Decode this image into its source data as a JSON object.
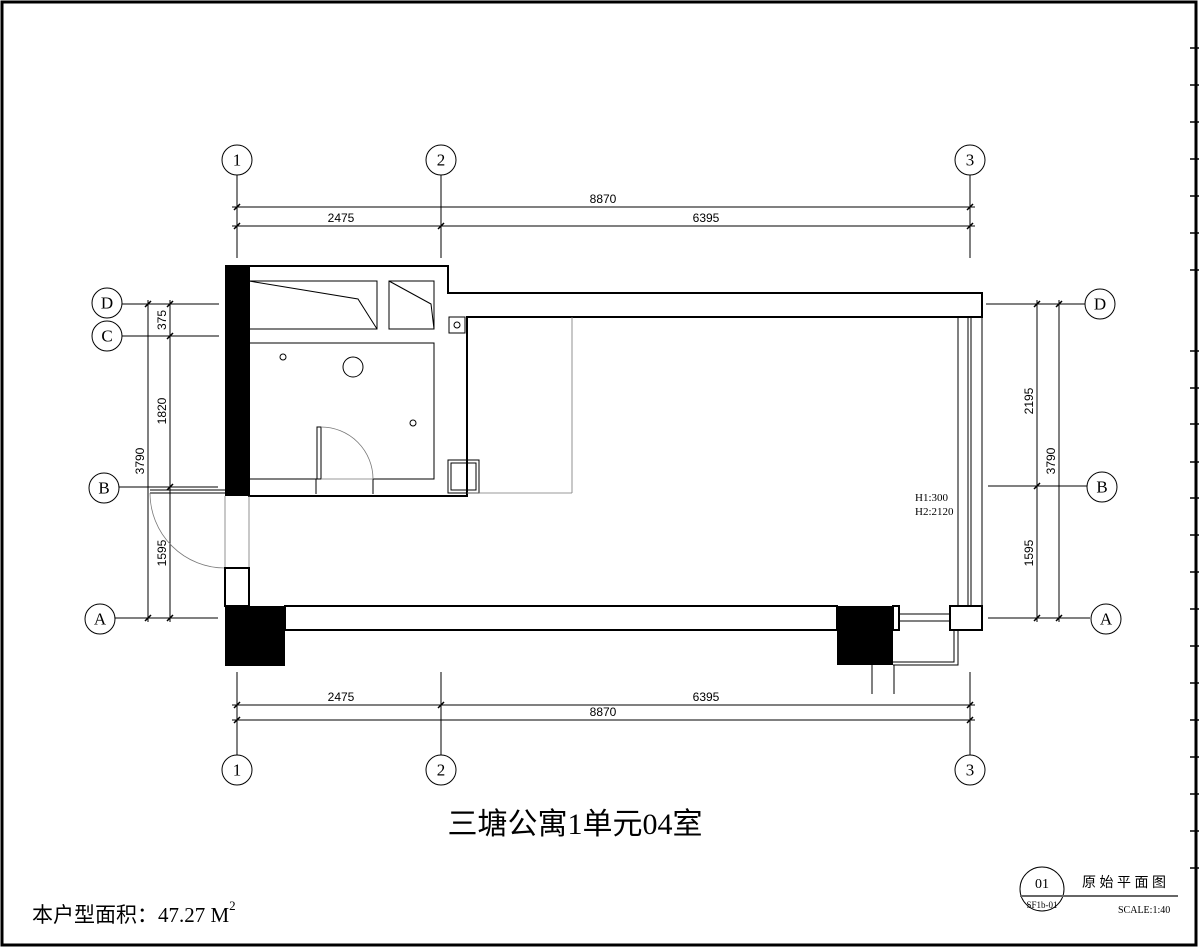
{
  "title": "三塘公寓1单元04室",
  "area_label": "本户型面积：47.27 M",
  "area_sup": "2",
  "axes": {
    "columns": [
      "1",
      "2",
      "3"
    ],
    "rows": [
      "A",
      "B",
      "C",
      "D"
    ]
  },
  "dims_top": {
    "total": "8870",
    "seg1": "2475",
    "seg2": "6395"
  },
  "dims_bottom": {
    "total": "8870",
    "seg1": "2475",
    "seg2": "6395"
  },
  "dims_left": {
    "total": "3790",
    "dc": "375",
    "cb": "1820",
    "ba": "1595"
  },
  "dims_right": {
    "total": "3790",
    "db": "2195",
    "ba": "1595"
  },
  "window_note": {
    "h1": "H1:300",
    "h2": "H2:2120"
  },
  "title_block": {
    "number": "01",
    "sheet": "SF1b-01",
    "name": "原 始 平 面 图",
    "scale": "SCALE:1:40"
  }
}
